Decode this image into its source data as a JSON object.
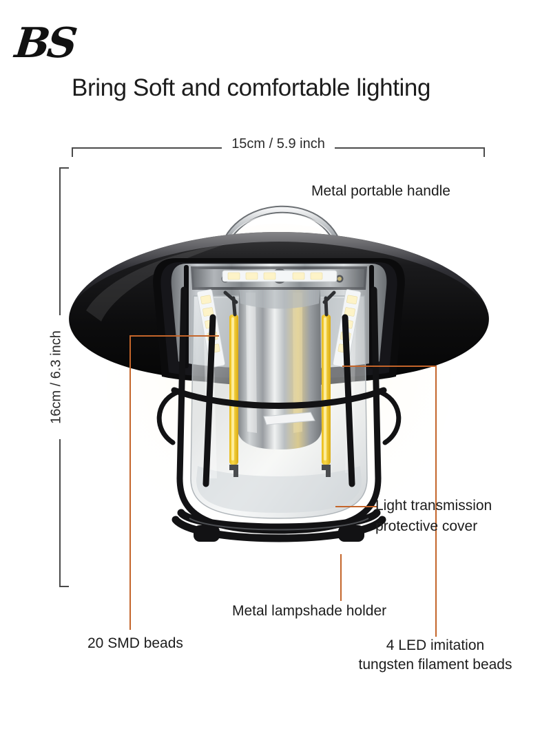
{
  "brand": {
    "logo_text": "BS",
    "logo_name": "bs-brush-logo"
  },
  "headline": "Bring Soft and comfortable lighting",
  "dimensions": {
    "width_label": "15cm / 5.9 inch",
    "height_label": "16cm / 6.3 inch"
  },
  "callouts": {
    "handle": "Metal portable handle",
    "cover_line1": "Light transmission",
    "cover_line2": "protective cover",
    "holder": "Metal lampshade holder",
    "smd": "20 SMD beads",
    "filament_line1": "4 LED imitation",
    "filament_line2": "tungsten filament beads"
  },
  "colors": {
    "leader_line": "#c4652a",
    "dimension_line": "#4a4a4a",
    "text": "#1c1c1c",
    "shade_black": "#111111",
    "filament_yellow": "#f5cc2a",
    "chrome": "#c9ccce",
    "background": "#ffffff"
  }
}
